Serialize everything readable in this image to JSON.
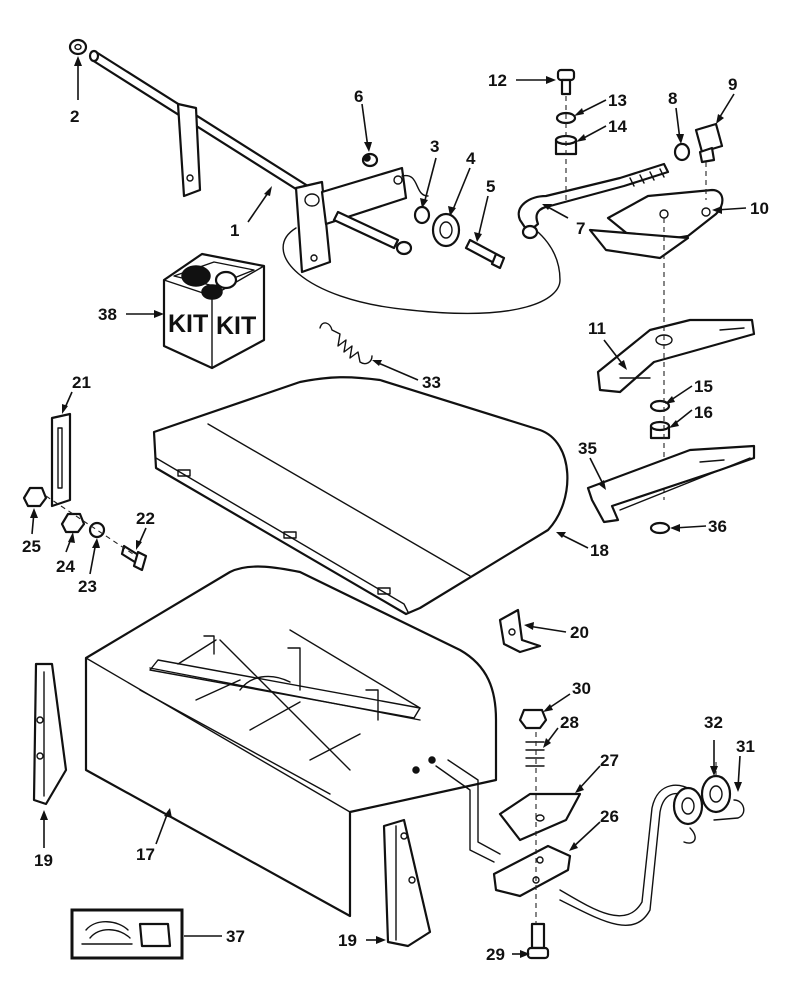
{
  "callouts": [
    {
      "id": "c1",
      "text": "1"
    },
    {
      "id": "c2",
      "text": "2"
    },
    {
      "id": "c3",
      "text": "3"
    },
    {
      "id": "c4",
      "text": "4"
    },
    {
      "id": "c5",
      "text": "5"
    },
    {
      "id": "c6",
      "text": "6"
    },
    {
      "id": "c7",
      "text": "7"
    },
    {
      "id": "c8",
      "text": "8"
    },
    {
      "id": "c9",
      "text": "9"
    },
    {
      "id": "c10",
      "text": "10"
    },
    {
      "id": "c11",
      "text": "11"
    },
    {
      "id": "c12",
      "text": "12"
    },
    {
      "id": "c13",
      "text": "13"
    },
    {
      "id": "c14",
      "text": "14"
    },
    {
      "id": "c15",
      "text": "15"
    },
    {
      "id": "c16",
      "text": "16"
    },
    {
      "id": "c17",
      "text": "17"
    },
    {
      "id": "c18",
      "text": "18"
    },
    {
      "id": "c19a",
      "text": "19"
    },
    {
      "id": "c19b",
      "text": "19"
    },
    {
      "id": "c20",
      "text": "20"
    },
    {
      "id": "c21",
      "text": "21"
    },
    {
      "id": "c22",
      "text": "22"
    },
    {
      "id": "c23",
      "text": "23"
    },
    {
      "id": "c24",
      "text": "24"
    },
    {
      "id": "c25",
      "text": "25"
    },
    {
      "id": "c26",
      "text": "26"
    },
    {
      "id": "c27",
      "text": "27"
    },
    {
      "id": "c28",
      "text": "28"
    },
    {
      "id": "c29",
      "text": "29"
    },
    {
      "id": "c30",
      "text": "30"
    },
    {
      "id": "c31",
      "text": "31"
    },
    {
      "id": "c32",
      "text": "32"
    },
    {
      "id": "c33",
      "text": "33"
    },
    {
      "id": "c35",
      "text": "35"
    },
    {
      "id": "c36",
      "text": "36"
    },
    {
      "id": "c37",
      "text": "37"
    },
    {
      "id": "c38",
      "text": "38"
    }
  ],
  "kit_box": {
    "label_left": "KIT",
    "label_right": "KIT"
  }
}
